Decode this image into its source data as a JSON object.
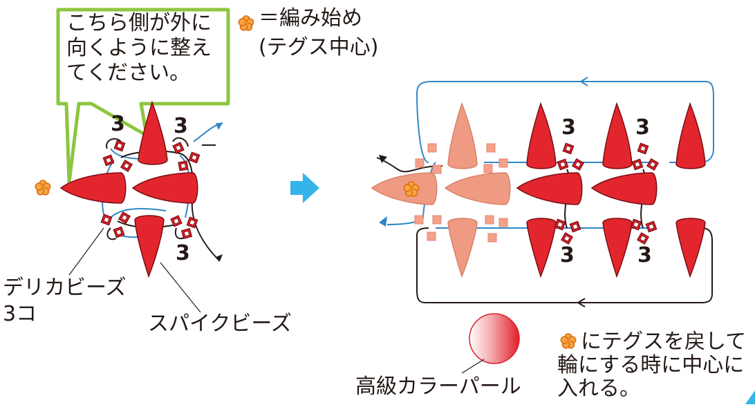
{
  "callout": {
    "lines": [
      "こちら側が外に",
      "向くように整え",
      "てください。"
    ]
  },
  "legend": {
    "start_line1": "＝編み始め",
    "start_line2": "(テグス中心)"
  },
  "labels": {
    "delica_line1": "デリカビーズ",
    "delica_line2": "3コ",
    "spike": "スパイクビーズ",
    "pearl": "高級カラーパール",
    "note_line1": "にテグスを戻して",
    "note_line2": "輪にする時に中心に",
    "note_line3": "入れる。"
  },
  "counts": {
    "three": "3"
  },
  "colors": {
    "spike_red": "#e3262e",
    "spike_faded": "#ef9a82",
    "delica_red": "#d7202a",
    "thread_blue": "#2f86c6",
    "thread_black": "#231815",
    "callout_green": "#8cc63f",
    "arrow_cyan": "#34b4e8",
    "flower_orange": "#ee8a1e"
  }
}
